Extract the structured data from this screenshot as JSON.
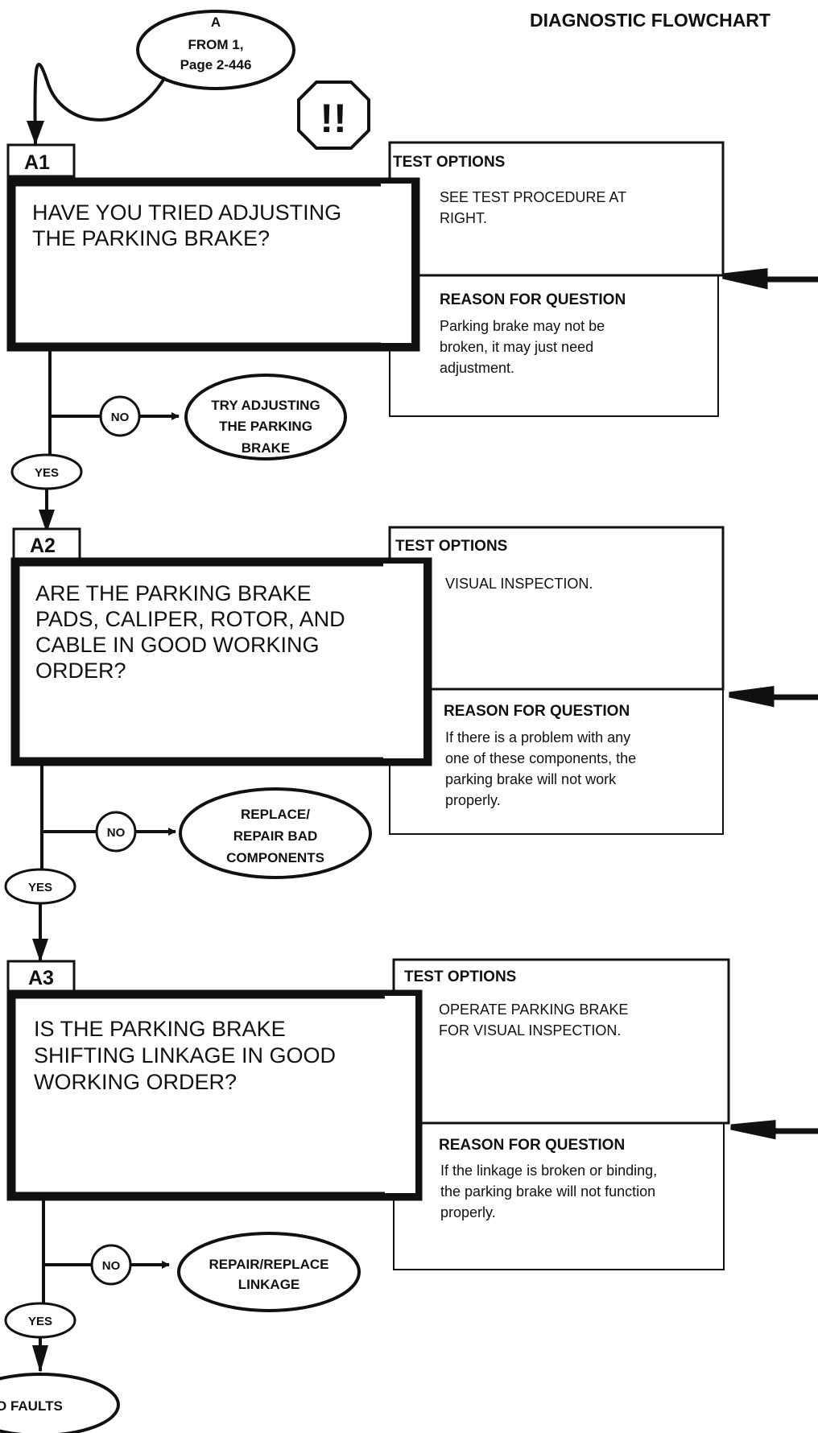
{
  "page_title": "DIAGNOSTIC FLOWCHART",
  "entry": {
    "lines": [
      "A",
      "FROM 1,",
      "Page 2-446"
    ]
  },
  "caution_symbol": "!!",
  "steps": [
    {
      "tag": "A1",
      "question": [
        "HAVE YOU TRIED ADJUSTING",
        "THE PARKING BRAKE?"
      ],
      "test_options_header": "TEST OPTIONS",
      "test_options": [
        "SEE TEST PROCEDURE AT",
        "RIGHT."
      ],
      "reason_header": "REASON FOR QUESTION",
      "reason": [
        "Parking brake may not be",
        "broken, it may just need",
        "adjustment."
      ],
      "no_label": "NO",
      "no_action": [
        "TRY ADJUSTING",
        "THE PARKING",
        "BRAKE"
      ],
      "yes_label": "YES"
    },
    {
      "tag": "A2",
      "question": [
        "ARE THE PARKING BRAKE",
        "PADS, CALIPER, ROTOR, AND",
        "CABLE IN GOOD WORKING",
        "ORDER?"
      ],
      "test_options_header": "TEST OPTIONS",
      "test_options": [
        "VISUAL INSPECTION."
      ],
      "reason_header": "REASON FOR QUESTION",
      "reason": [
        "If there is a problem with any",
        "one of these components, the",
        "parking brake will not work",
        "properly."
      ],
      "no_label": "NO",
      "no_action": [
        "REPLACE/",
        "REPAIR BAD",
        "COMPONENTS"
      ],
      "yes_label": "YES"
    },
    {
      "tag": "A3",
      "question": [
        "IS THE PARKING BRAKE",
        "SHIFTING LINKAGE IN GOOD",
        "WORKING ORDER?"
      ],
      "test_options_header": "TEST OPTIONS",
      "test_options": [
        "OPERATE PARKING BRAKE",
        "FOR VISUAL INSPECTION."
      ],
      "reason_header": "REASON FOR QUESTION",
      "reason": [
        "If the linkage is broken or binding,",
        "the parking brake will not function",
        "properly."
      ],
      "no_label": "NO",
      "no_action": [
        "REPAIR/REPLACE",
        "LINKAGE"
      ],
      "yes_label": "YES"
    }
  ],
  "terminal": "O FAULTS"
}
